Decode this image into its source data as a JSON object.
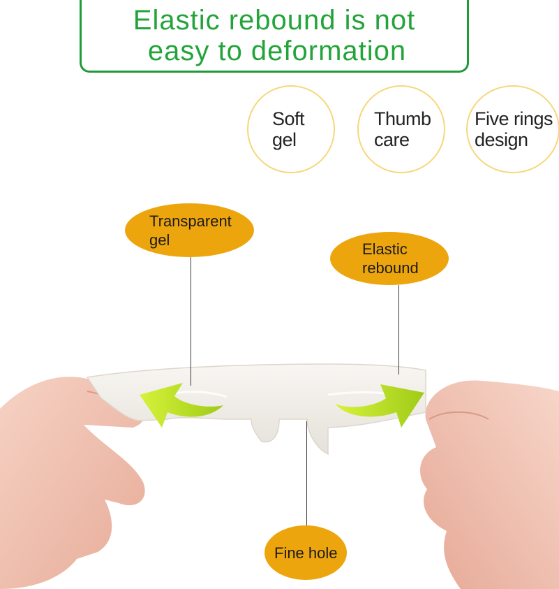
{
  "headline": {
    "line1": "Elastic rebound is not",
    "line2": "easy to deformation"
  },
  "features": [
    {
      "line1": "Soft",
      "line2": "gel"
    },
    {
      "line1": "Thumb",
      "line2": "care"
    },
    {
      "line1": "Five rings",
      "line2": "design"
    }
  ],
  "callouts": {
    "transparent": {
      "line1": "Transparent",
      "line2": "gel"
    },
    "elastic": {
      "line1": "Elastic",
      "line2": "rebound"
    },
    "hole": {
      "line1": "Fine hole"
    }
  },
  "colors": {
    "headline_green": "#23a43a",
    "feature_ring": "#f6d77a",
    "callout_orange": "#eda50d",
    "arrow_green": "#c6e82a"
  }
}
